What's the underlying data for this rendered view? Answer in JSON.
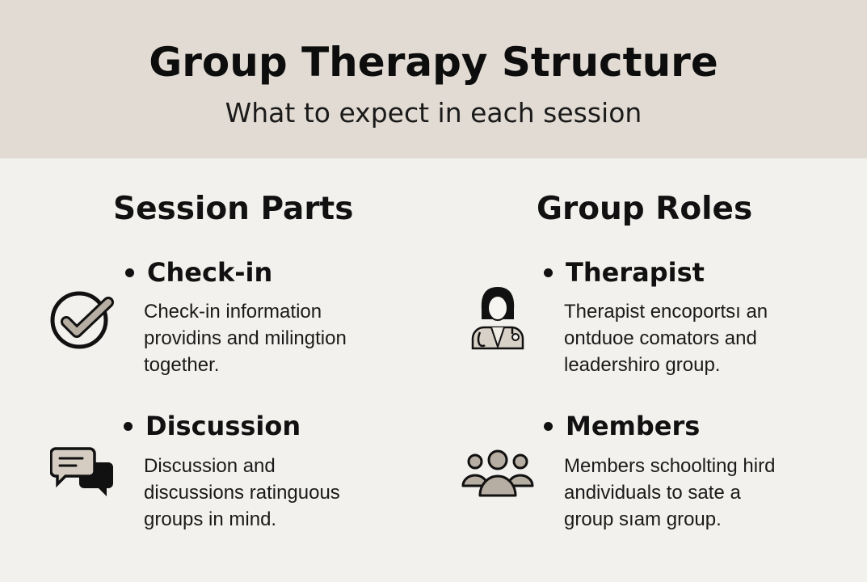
{
  "header": {
    "title": "Group Therapy Structure",
    "subtitle": "What to expect in each session"
  },
  "columns": [
    {
      "title": "Session Parts",
      "items": [
        {
          "icon": "check-circle-icon",
          "heading": "Check-in",
          "lines": [
            "Check-in information",
            "providins and milingtion",
            "together."
          ]
        },
        {
          "icon": "chat-bubbles-icon",
          "heading": "Discussion",
          "lines": [
            "Discussion and",
            "discussions ratinguous",
            "groups in mind."
          ]
        }
      ]
    },
    {
      "title": "Group Roles",
      "items": [
        {
          "icon": "therapist-icon",
          "heading": "Therapist",
          "lines": [
            "Therapist encoportsı an",
            "ontduoe comators and",
            "leadershiro group."
          ]
        },
        {
          "icon": "group-members-icon",
          "heading": "Members",
          "lines": [
            "Members schoolting hird",
            "andividuals to sate a",
            "group sıam group."
          ]
        }
      ]
    }
  ],
  "colors": {
    "header_bg": "#e2dbd3",
    "page_bg": "#f3f1ed",
    "icon_fill": "#b7aea3",
    "text": "#111111"
  }
}
